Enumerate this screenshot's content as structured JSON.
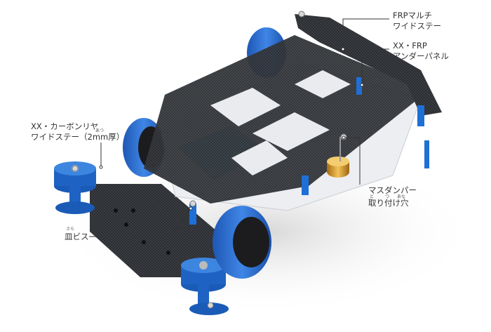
{
  "image": {
    "subject": "mini 4WD chassis with carbon and FRP parts",
    "colors": {
      "carbon": "#2a2c30",
      "wheel_blue": "#2f6fd0",
      "chassis_white": "#eef0f2",
      "battery_blue": "#6fc0ec",
      "aluminum_blue": "#1e6fd6",
      "gold_damper": "#d99a2a",
      "text": "#333333",
      "leader_line": "#333333"
    }
  },
  "callouts": [
    {
      "id": "frp-multi-wide-stay",
      "lines": [
        "FRPマルチ",
        "ワイドステー"
      ]
    },
    {
      "id": "xx-frp-under-panel",
      "lines": [
        "XX・FRP",
        "アンダーパネル"
      ]
    },
    {
      "id": "xx-carbon-rear-wide-stay",
      "lines": [
        "XX・カーボンリヤ",
        "ワイドステー（2mm厚）"
      ],
      "ruby": "あつ"
    },
    {
      "id": "mass-damper-mount-hole",
      "lines": [
        "マスダンパー",
        "取り付け穴"
      ],
      "ruby": [
        "と",
        "つ",
        "あな"
      ]
    },
    {
      "id": "countersunk-screw",
      "lines": [
        "皿ビス"
      ],
      "ruby": "さら"
    }
  ]
}
